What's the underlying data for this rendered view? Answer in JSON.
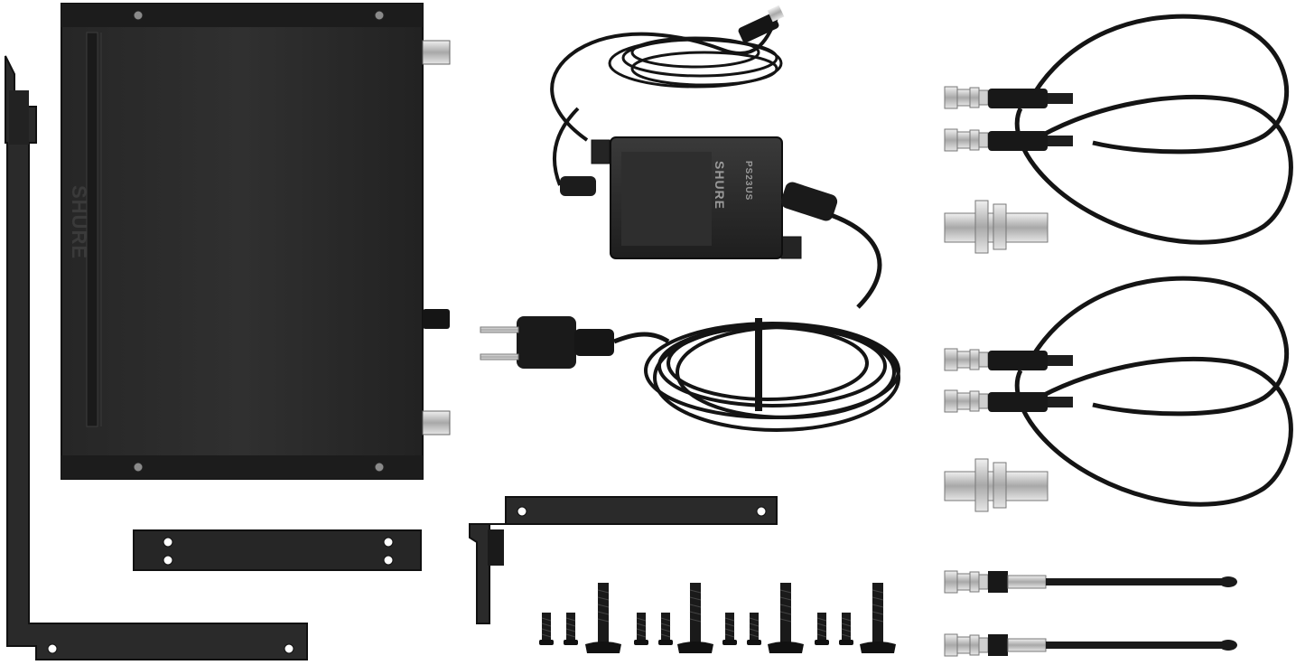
{
  "product_photo": {
    "receiver_brand": "SHURE",
    "adapter_brand": "SHURE",
    "adapter_model": "PS23US",
    "colors": {
      "background": "#ffffff",
      "metal_black": "#1c1c1c",
      "metal_dark": "#2a2a2a",
      "cable": "#141414",
      "nickel": "#bfbfbf"
    },
    "items": [
      {
        "name": "wireless-receiver"
      },
      {
        "name": "rack-ear-long-l-bracket"
      },
      {
        "name": "rack-joiner-plate"
      },
      {
        "name": "ac-power-adapter"
      },
      {
        "name": "rack-ear-short-l-bracket"
      },
      {
        "name": "mounting-screws"
      },
      {
        "name": "bnc-jumper-cable-1"
      },
      {
        "name": "bnc-jumper-cable-2"
      },
      {
        "name": "bulkhead-adapter-1"
      },
      {
        "name": "bulkhead-adapter-2"
      },
      {
        "name": "whip-antenna-1"
      },
      {
        "name": "whip-antenna-2"
      }
    ]
  }
}
